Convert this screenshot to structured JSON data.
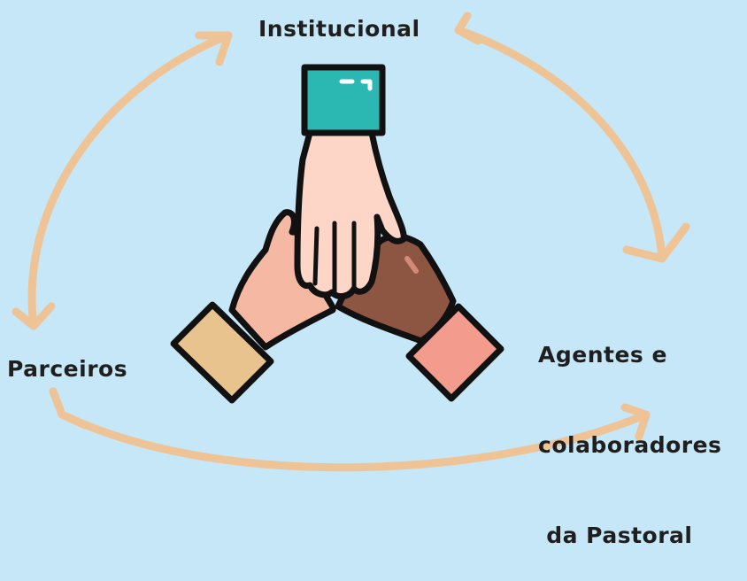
{
  "nodes": {
    "top": "Institucional",
    "left": "Parceiros",
    "right_lines": [
      "Agentes e",
      "colaboradores",
      " da Pastoral"
    ]
  },
  "colors": {
    "background": "#c6e7f7",
    "arrow": "#eec497",
    "outline": "#111111",
    "cuff_top": "#2bb8b3",
    "cuff_left": "#e9c38e",
    "cuff_right": "#f39c8d",
    "skin_top": "#fdd6c8",
    "skin_left": "#f4b8a3",
    "skin_right": "#8c5642"
  },
  "icon": "joined-hands-icon"
}
